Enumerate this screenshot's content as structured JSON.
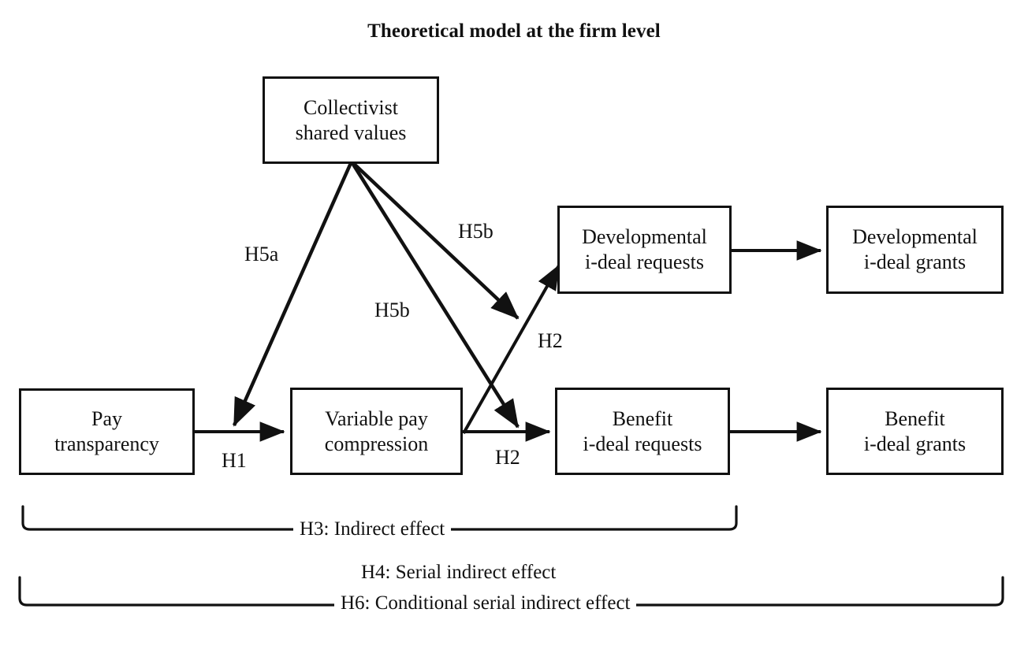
{
  "title": "Theoretical model at the firm level",
  "nodes": [
    {
      "id": "collectivist",
      "label": "Collectivist\nshared values"
    },
    {
      "id": "pay_transparency",
      "label": "Pay\ntransparency"
    },
    {
      "id": "variable_pay_compression",
      "label": "Variable pay\ncompression"
    },
    {
      "id": "developmental_requests",
      "label": "Developmental\ni-deal requests"
    },
    {
      "id": "developmental_grants",
      "label": "Developmental\ni-deal grants"
    },
    {
      "id": "benefit_requests",
      "label": "Benefit\ni-deal requests"
    },
    {
      "id": "benefit_grants",
      "label": "Benefit\ni-deal grants"
    }
  ],
  "edge_labels": {
    "h1": "H1",
    "h2_diagonal": "H2",
    "h2_horizontal": "H2",
    "h5a": "H5a",
    "h5b_upper": "H5b",
    "h5b_lower": "H5b"
  },
  "brackets": {
    "h3": "H3: Indirect effect",
    "h4": "H4: Serial indirect effect",
    "h6": "H6: Conditional serial indirect effect"
  },
  "colors": {
    "line": "#111111",
    "box_border": "#111111",
    "background": "#ffffff",
    "text": "#111111"
  }
}
